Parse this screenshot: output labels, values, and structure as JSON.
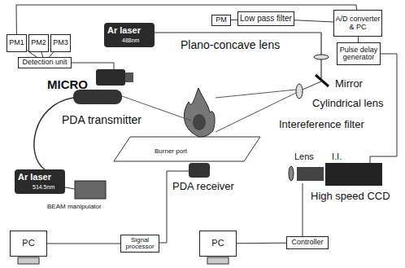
{
  "diagram": {
    "nodes": [
      {
        "text": [
          "PM1"
        ]
      },
      {
        "text": [
          "PM2"
        ]
      },
      {
        "text": [
          "PM3"
        ]
      },
      {
        "text": [
          "Detection unit"
        ]
      },
      {
        "text": [
          "PM"
        ]
      },
      {
        "text": [
          "Low pass filter"
        ]
      },
      {
        "text": [
          "A/D converter & PC"
        ]
      },
      {
        "text": [
          "Pulse delay generator"
        ]
      },
      {
        "text": [
          "PC"
        ]
      },
      {
        "text": [
          "Signal processor"
        ]
      },
      {
        "text": [
          "PC"
        ]
      },
      {
        "text": [
          "Controller"
        ]
      }
    ],
    "edges": [
      {
        "from": 0,
        "to": 3,
        "arrow": "none"
      },
      {
        "from": 1,
        "to": 3,
        "arrow": "none"
      },
      {
        "from": 2,
        "to": 3,
        "arrow": "none"
      },
      {
        "from": 4,
        "to": 5,
        "arrow": "none"
      },
      {
        "from": 5,
        "to": 6,
        "arrow": "none"
      },
      {
        "from": 6,
        "to": 7,
        "arrow": "none"
      },
      {
        "from": 8,
        "to": 9,
        "arrow": "none"
      },
      {
        "from": 10,
        "to": 11,
        "arrow": "none"
      },
      {
        "from": 0,
        "to": 6,
        "arrow": "none"
      }
    ],
    "labels": [
      "Ar laser",
      "488nm",
      "MICRO",
      "Plano-concave lens",
      "Mirror",
      "Cylindrical lens",
      "Intereference filter",
      "PDA transmitter",
      "Burner port",
      "PDA receiver",
      "Ar laser",
      "514.5nm",
      "BEAM manipulator",
      "Lens",
      "I.I.",
      "High speed CCD"
    ]
  }
}
